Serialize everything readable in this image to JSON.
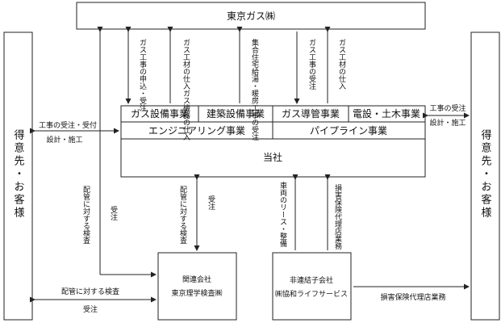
{
  "nodes": {
    "top_company": "東京ガス㈱",
    "customer_left": "得意先・お客様",
    "customer_right": "得意先・お客様",
    "seg_gas_equipment": "ガス設備事業",
    "seg_building_equipment": "建築設備事業",
    "seg_gas_pipe": "ガス導管事業",
    "seg_electrical_civil": "電設・土木事業",
    "seg_engineering": "エンジニアリング事業",
    "seg_pipeline": "パイプライン事業",
    "main_company": "当社",
    "affiliate": {
      "title": "関連会社",
      "name": "東京理学検査㈱"
    },
    "non_consolidated": {
      "title": "非連結子会社",
      "name": "㈱協和ライフサービス"
    }
  },
  "labels": {
    "top_gas_work_order": "ガス工事の申込・受注",
    "top_gas_materials": "ガス工材の仕入ガス機器の仕入",
    "top_housing_heating": "集合住宅給湯・暖房工事の受注",
    "top_gas_work_receive": "ガス工事の受注",
    "top_gas_materials2": "ガス工材の仕入",
    "left_work_order": "工事の受注・受付",
    "left_design": "設計・施工",
    "right_work_order": "工事の受注",
    "right_design": "設計・施工",
    "pipe_inspection_left": "配管に対する検査",
    "order_left": "受注",
    "pipe_inspection_mid": "配管に対する検査",
    "order_mid": "受注",
    "vehicle_lease": "車両のリース・整備",
    "insurance_agent_v": "損害保険代理店業務",
    "bottom_pipe_inspection": "配管に対する検査",
    "bottom_order": "受注",
    "bottom_insurance": "損害保険代理店業務"
  }
}
